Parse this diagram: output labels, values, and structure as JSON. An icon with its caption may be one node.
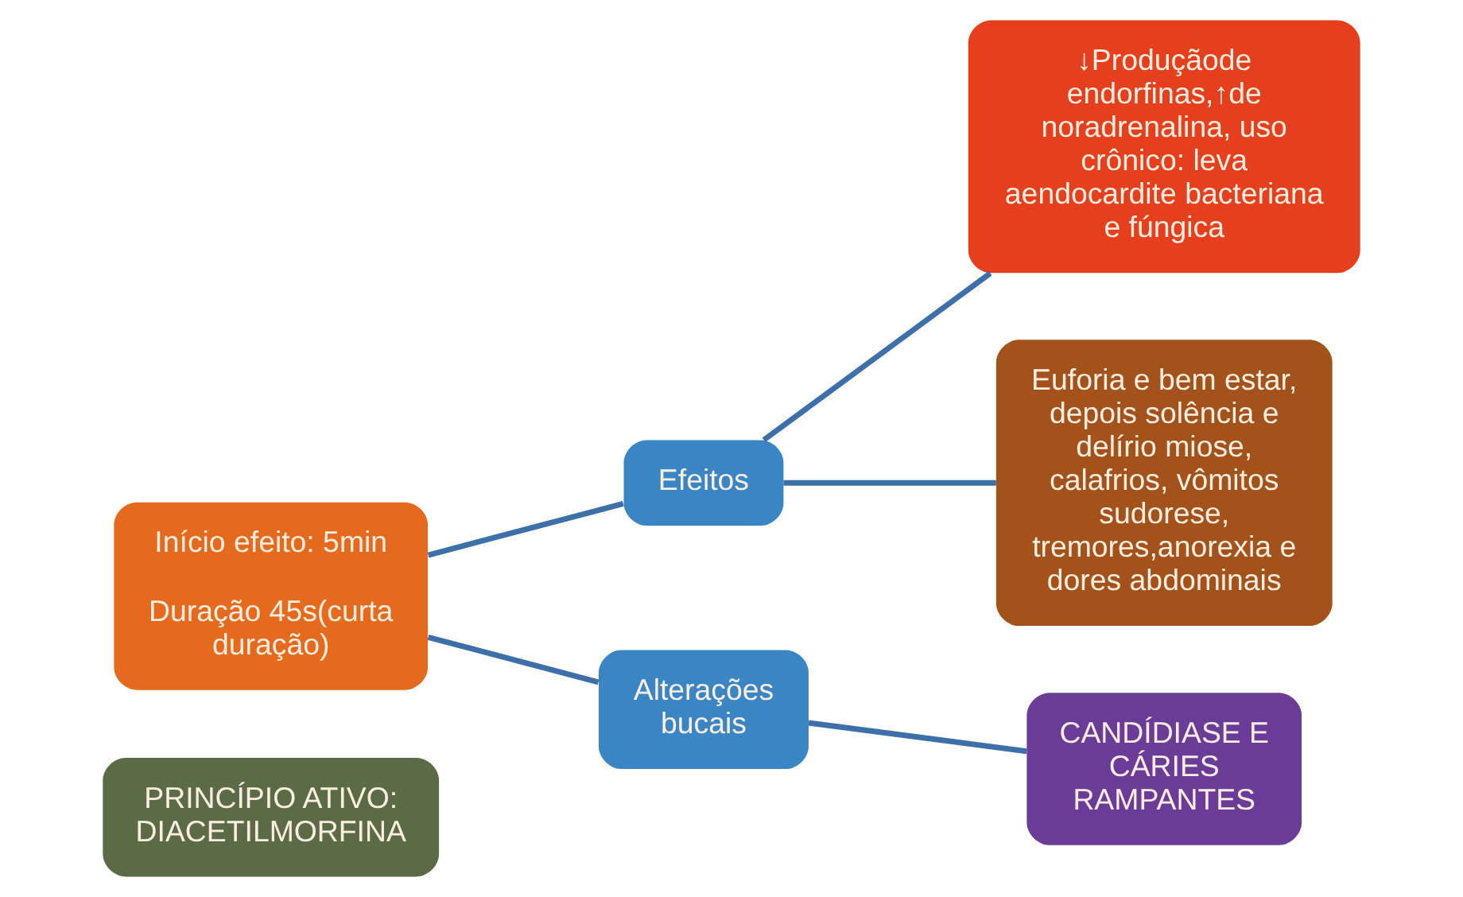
{
  "diagram": {
    "nodes": [
      {
        "text": [
          "PRINCÍPIO ATIVO: DIACETILMORFINA"
        ]
      },
      {
        "text": [
          "Início efeito: 5min",
          "Duração 45s(curta duração)"
        ]
      },
      {
        "text": [
          "Efeitos"
        ]
      },
      {
        "text": [
          "Alterações bucais"
        ]
      },
      {
        "text": [
          "↓Produçãode endorfinas,↑de noradrenalina, uso crônico: leva aendocardite bacteriana e fúngica"
        ]
      },
      {
        "text": [
          "Euforia e bem estar, depois solência e delírio miose, calafrios, vômitos sudorese, tremores,anorexia e dores abdominais"
        ]
      },
      {
        "text": [
          "CANDÍDIASE E CÁRIES RAMPANTES"
        ]
      }
    ],
    "edges": [
      {
        "from": 1,
        "to": 2,
        "arrow": "none"
      },
      {
        "from": 1,
        "to": 3,
        "arrow": "none"
      },
      {
        "from": 2,
        "to": 4,
        "arrow": "none"
      },
      {
        "from": 2,
        "to": 5,
        "arrow": "none"
      },
      {
        "from": 3,
        "to": 6,
        "arrow": "none"
      }
    ]
  }
}
